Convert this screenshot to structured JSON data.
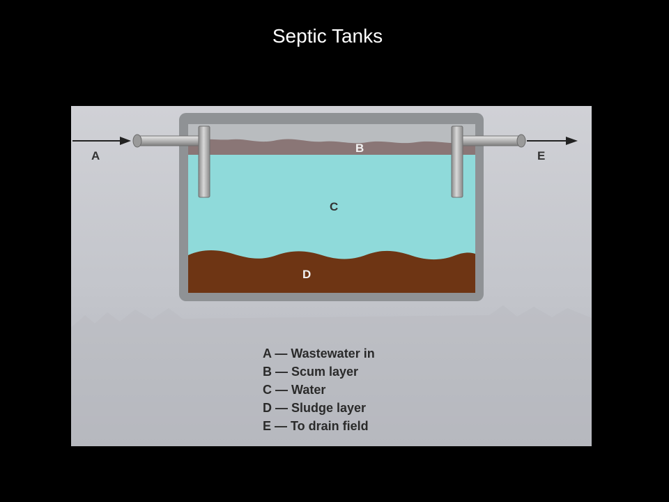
{
  "slide": {
    "title": "Septic Tanks"
  },
  "diagram": {
    "labels": {
      "inlet": "A",
      "scum": "B",
      "water": "C",
      "sludge": "D",
      "outlet": "E"
    },
    "legend": [
      "A — Wastewater in",
      "B — Scum layer",
      "C — Water",
      "D — Sludge layer",
      "E — To drain field"
    ],
    "colors": {
      "slide_background": "#000000",
      "diagram_background": "#c7c9cf",
      "tank_wall": "#8f9295",
      "scum_layer": "#8a7676",
      "water": "#8fdada",
      "sludge_layer": "#6e3514",
      "pipe": "#a9a9a9",
      "arrow": "#222222"
    }
  }
}
